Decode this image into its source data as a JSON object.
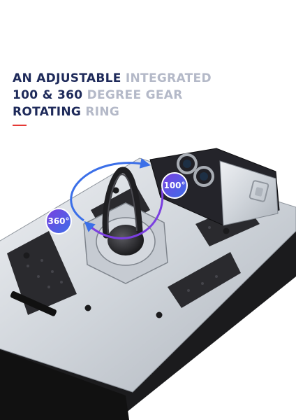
{
  "headline": {
    "line1_dark": "AN ADJUSTABLE",
    "line1_light": "INTEGRATED",
    "line2_dark": "100 & 360",
    "line2_light": "DEGREE GEAR",
    "line3_dark": "ROTATING",
    "line3_light": "RING"
  },
  "badges": {
    "left": "360°",
    "right": "100°"
  },
  "icons": [
    "rotation-arrow-icon",
    "ring-kickstand-icon",
    "camera-slider-icon"
  ],
  "colors": {
    "headline_dark": "#1e2a5a",
    "headline_light": "#b4b9c8",
    "accent_rule": "#e53935",
    "badge_gradient_start": "#7b3fe0",
    "badge_gradient_end": "#3b6fe8",
    "case_silver": "#d9dde2",
    "case_black": "#1b1b1d",
    "ring": "#1f1f22"
  }
}
